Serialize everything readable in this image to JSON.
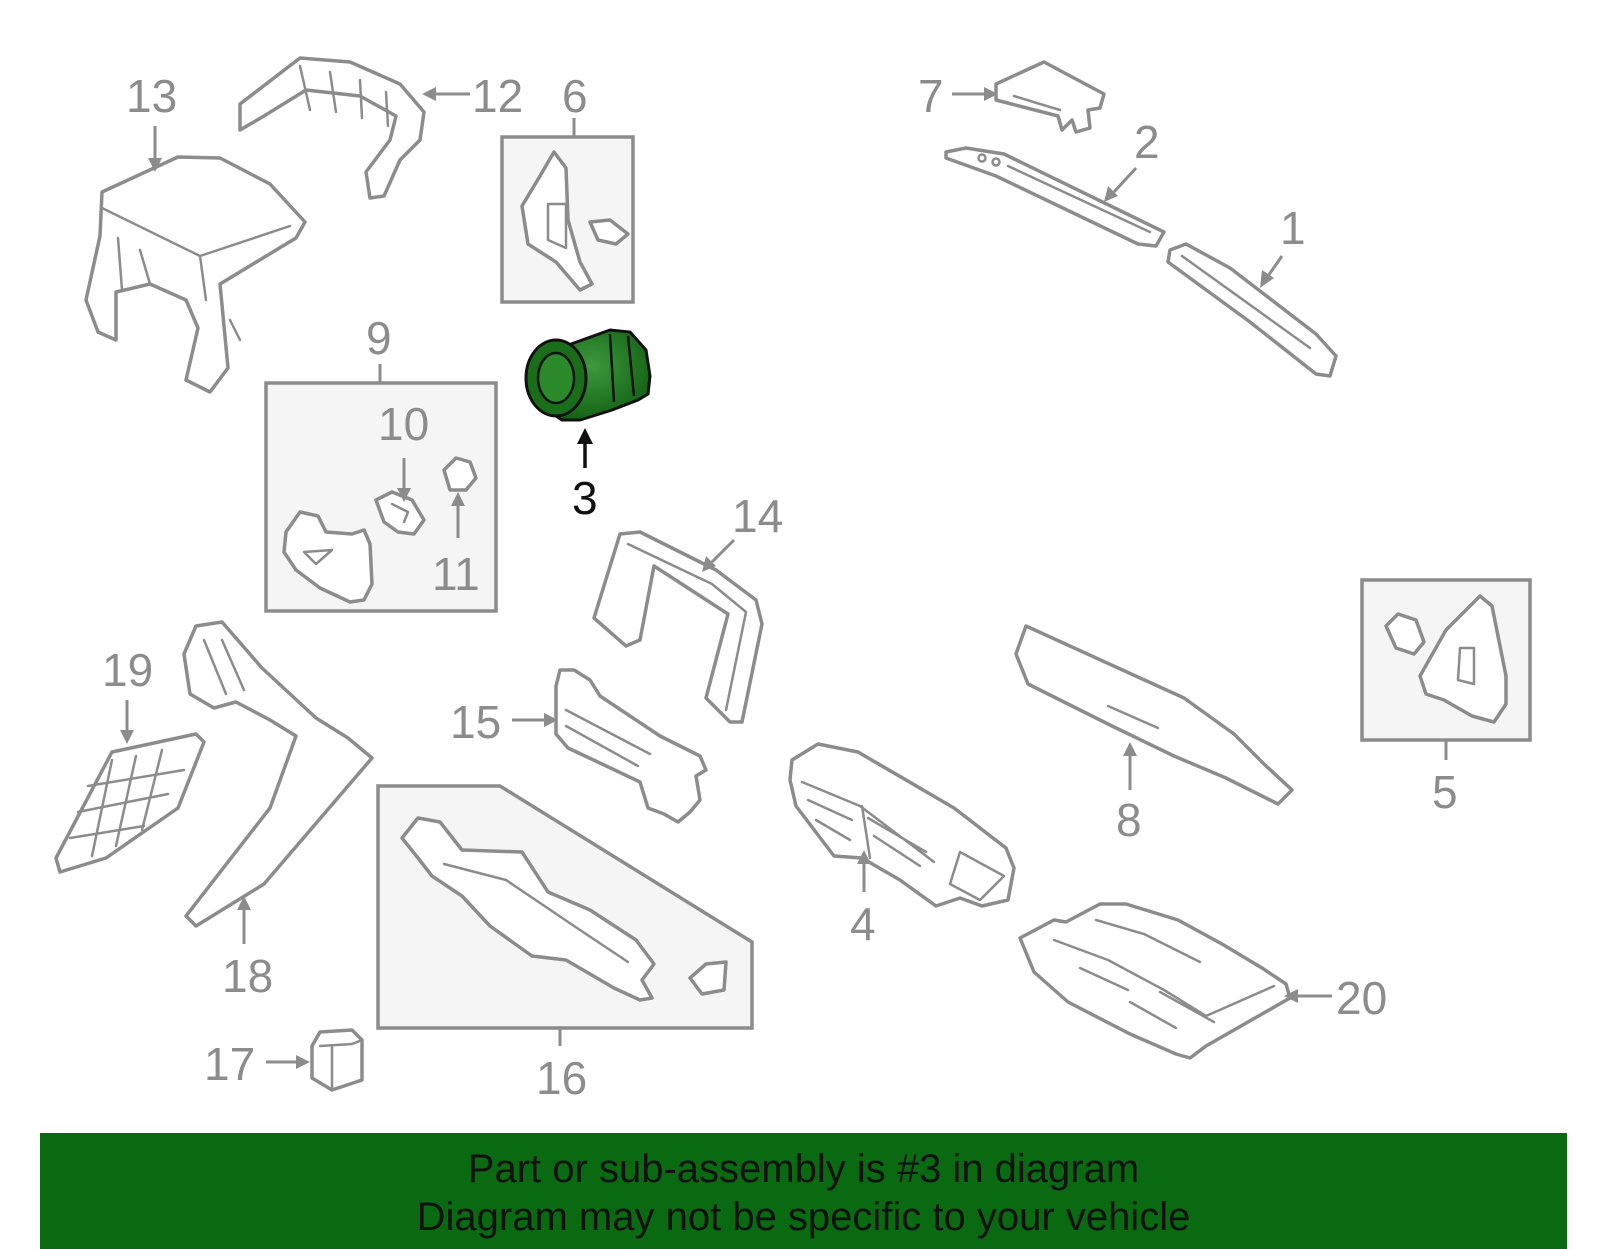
{
  "highlight_color": "#1e7a1e",
  "banner_color": "#0a6a12",
  "callouts": {
    "c1": "1",
    "c2": "2",
    "c3": "3",
    "c4": "4",
    "c5": "5",
    "c6": "6",
    "c7": "7",
    "c8": "8",
    "c9": "9",
    "c10": "10",
    "c11": "11",
    "c12": "12",
    "c13": "13",
    "c14": "14",
    "c15": "15",
    "c16": "16",
    "c17": "17",
    "c18": "18",
    "c19": "19",
    "c20": "20"
  },
  "banner": {
    "line1": "Part or sub-assembly is #3 in diagram",
    "line2": "Diagram may not be specific to your vehicle"
  }
}
